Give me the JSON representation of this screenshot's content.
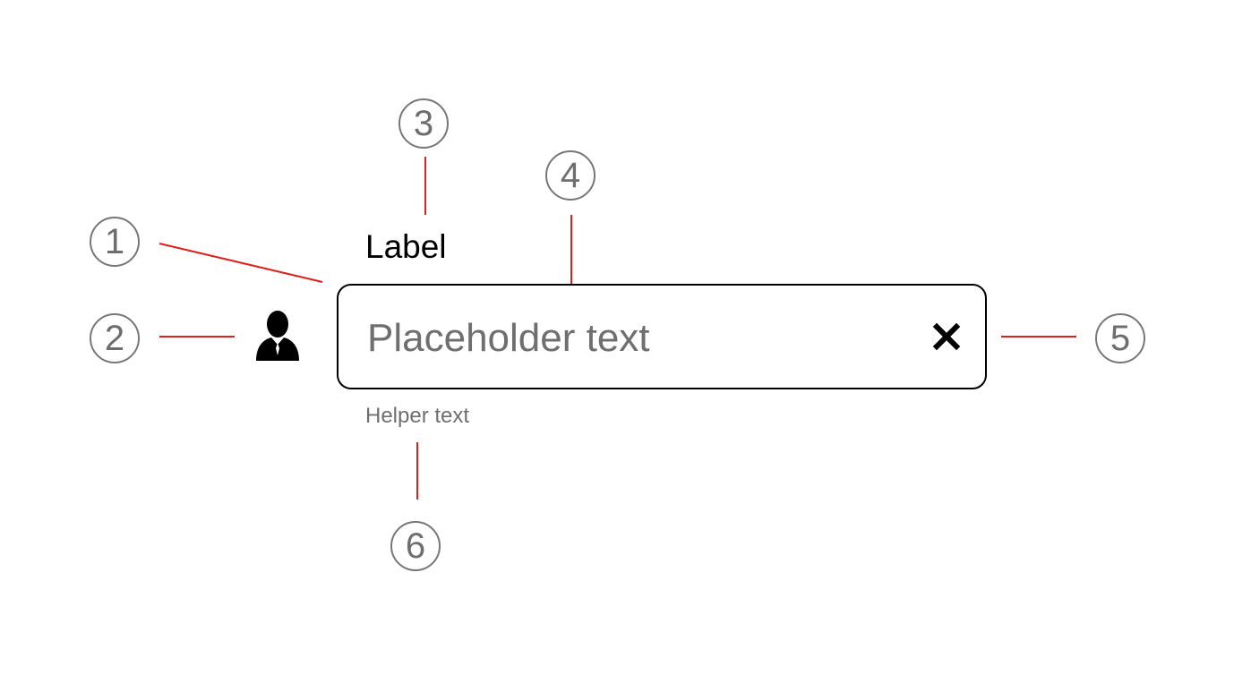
{
  "field": {
    "label": "Label",
    "placeholder": "Placeholder text",
    "helper_text": "Helper text",
    "leading_icon": "person-icon",
    "trailing_icon": "close-icon"
  },
  "callouts": [
    {
      "number": "1"
    },
    {
      "number": "2"
    },
    {
      "number": "3"
    },
    {
      "number": "4"
    },
    {
      "number": "5"
    },
    {
      "number": "6"
    }
  ],
  "colors": {
    "leader_line": "#e0201c",
    "callout_outline": "#777777",
    "field_border": "#000000",
    "muted_text": "#6f6f6f"
  }
}
